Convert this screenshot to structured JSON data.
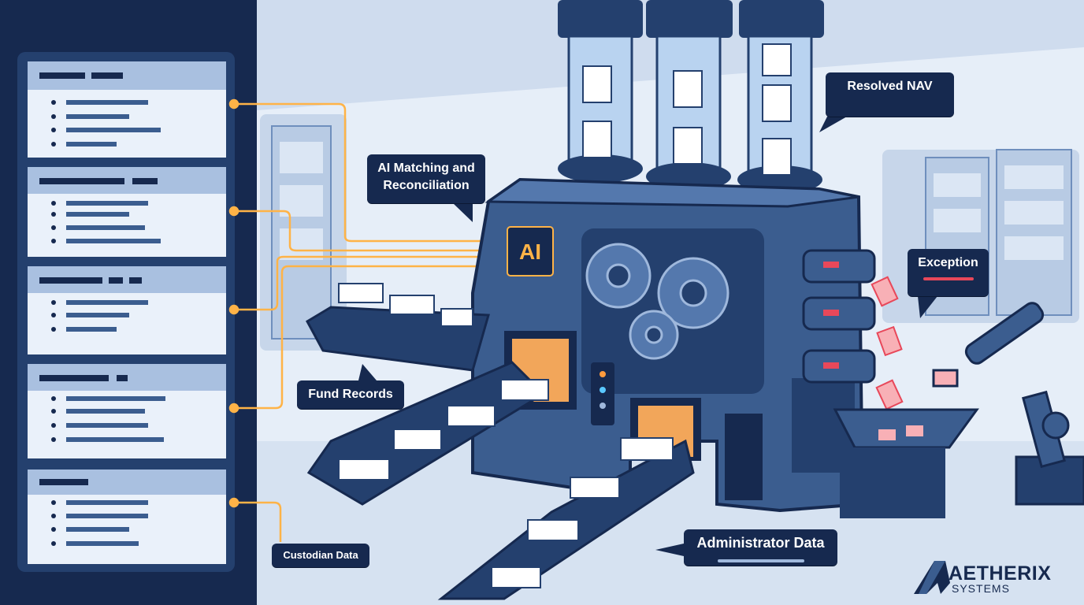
{
  "labels": {
    "ai_matching": "AI Matching and Reconciliation",
    "resolved_nav": "Resolved NAV",
    "exception": "Exception",
    "fund_records": "Fund Records",
    "custodian_data": "Custodian Data",
    "administrator_data": "Administrator Data",
    "chip": "AI"
  },
  "brand": {
    "name": "AETHERIX",
    "subtitle": "SYSTEMS"
  },
  "colors": {
    "navy": "#16294f",
    "steel": "#3b5d8f",
    "glow": "#ffb347",
    "alert": "#e8485a"
  },
  "icons": [
    "document-icon",
    "gear-icon",
    "chip-icon",
    "conveyor-icon",
    "robot-arm-icon",
    "server-rack-icon"
  ]
}
